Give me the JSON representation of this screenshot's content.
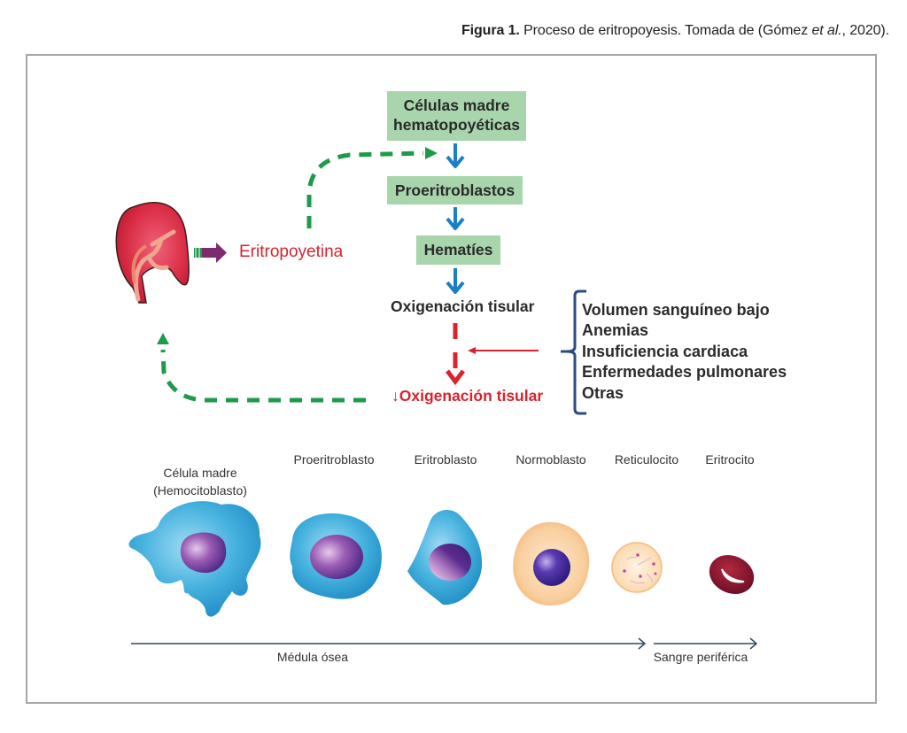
{
  "caption": {
    "figure_label": "Figura 1.",
    "text_before": " Proceso de eritropoyesis. Tomada de (Gómez ",
    "italic": "et al.",
    "text_after": ", 2020)."
  },
  "flow": {
    "boxes": [
      {
        "line1": "Células madre",
        "line2": "hematopoyéticas"
      },
      {
        "line1": "Proeritroblastos"
      },
      {
        "line1": "Hematíes"
      }
    ],
    "oxygenation": "Oxigenación tisular",
    "low_oxygenation": "↓Oxigenación tisular",
    "hormone": "Eritropoyetina",
    "organ_icon": "kidney-icon",
    "causes": [
      "Volumen sanguíneo bajo",
      "Anemias",
      "Insuficiencia cardiaca",
      "Enfermedades pulmonares",
      "Otras"
    ]
  },
  "cells": [
    {
      "name": "Célula madre",
      "subname": "(Hemocitoblasto)",
      "icon": "stem-cell-icon"
    },
    {
      "name": "Proeritroblasto",
      "icon": "proerythroblast-icon"
    },
    {
      "name": "Eritroblasto",
      "icon": "erythroblast-icon"
    },
    {
      "name": "Normoblasto",
      "icon": "normoblast-icon"
    },
    {
      "name": "Reticulocito",
      "icon": "reticulocyte-icon"
    },
    {
      "name": "Eritrocito",
      "icon": "erythrocyte-icon"
    }
  ],
  "stages": {
    "bone_marrow": "Médula ósea",
    "peripheral_blood": "Sangre periférica"
  },
  "colors": {
    "box_fill": "#a8d5ac",
    "blue_arrow": "#1a7fc4",
    "green_dash": "#1f9a4b",
    "red": "#d9232e",
    "brace": "#2d4a86",
    "cell_blue": "#3aa6d8",
    "nucleus_purple": "#6a3a9a",
    "erythrocyte": "#8e1630"
  }
}
